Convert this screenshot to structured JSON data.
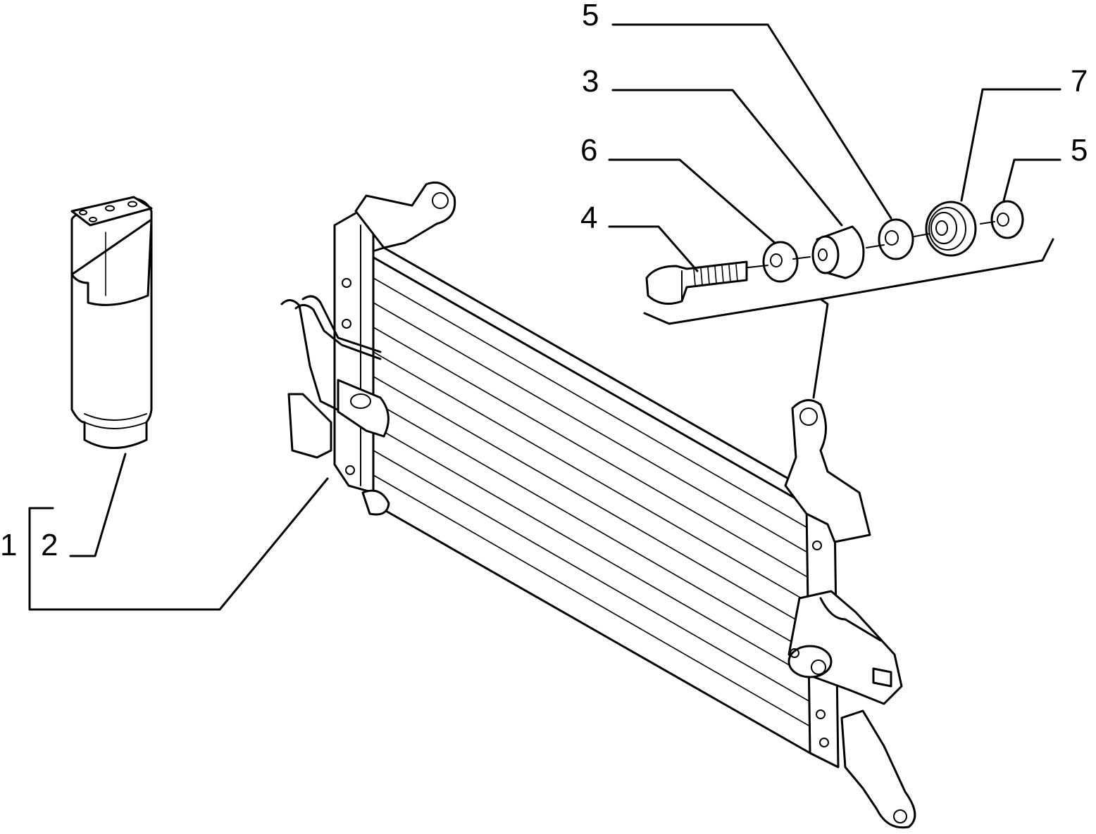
{
  "callouts": {
    "c1": "1",
    "c2": "2",
    "c3": "3",
    "c4": "4",
    "c5_top": "5",
    "c5_right": "5",
    "c6": "6",
    "c7": "7"
  },
  "colors": {
    "ink": "#000000",
    "background": "#ffffff"
  }
}
